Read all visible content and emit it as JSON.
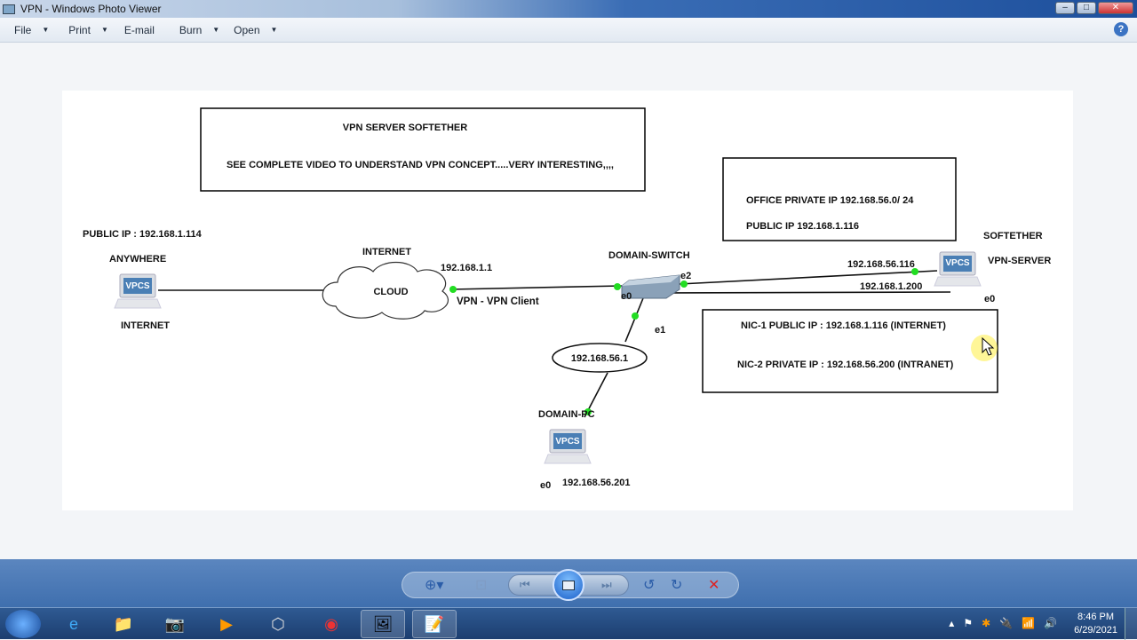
{
  "window": {
    "title": "VPN - Windows Photo Viewer",
    "minimize": "–",
    "maximize": "□",
    "close": "✕"
  },
  "menu": {
    "items": [
      {
        "label": "File",
        "dropdown": true
      },
      {
        "label": "Print",
        "dropdown": true
      },
      {
        "label": "E-mail",
        "dropdown": false
      },
      {
        "label": "Burn",
        "dropdown": true
      },
      {
        "label": "Open",
        "dropdown": true
      }
    ],
    "help": "?"
  },
  "diagram": {
    "header_box": {
      "title": "VPN SERVER SOFTETHER",
      "subtitle": "SEE COMPLETE VIDEO TO UNDERSTAND VPN CONCEPT.....VERY INTERESTING,,,,"
    },
    "office_box": {
      "line1": "OFFICE PRIVATE IP 192.168.56.0/ 24",
      "line2": "PUBLIC IP 192.168.1.116"
    },
    "nic_box": {
      "line1": "NIC-1  PUBLIC IP : 192.168.1.116 (INTERNET)",
      "line2": "NIC-2  PRIVATE IP : 192.168.56.200 (INTRANET)"
    },
    "anywhere": {
      "public_ip": "PUBLIC IP : 192.168.1.114",
      "name": "ANYWHERE",
      "sub": "INTERNET",
      "icon_label": "VPCS"
    },
    "cloud": {
      "title": "INTERNET",
      "label": "CLOUD",
      "ip": "192.168.1.1",
      "client": "VPN - VPN Client"
    },
    "switch": {
      "name": "DOMAIN-SWITCH",
      "e0": "e0",
      "e1": "e1",
      "e2": "e2"
    },
    "router": {
      "ip": "192.168.56.1"
    },
    "domain_pc": {
      "name": "DOMAIN-PC",
      "port": "e0",
      "ip": "192.168.56.201",
      "icon_label": "VPCS"
    },
    "vpn_server": {
      "name1": "SOFTETHER",
      "name2": "VPN-SERVER",
      "port": "e0",
      "ip_private": "192.168.56.116",
      "ip_public": "192.168.1.200",
      "icon_label": "VPCS"
    },
    "link_color": "#22dd22"
  },
  "viewer_controls": {
    "zoom": "⊕▾",
    "fit": "⊡",
    "prev": "⏮",
    "next": "⏭",
    "rotate_left": "↺",
    "rotate_right": "↻",
    "delete": "✕"
  },
  "taskbar": {
    "apps": [
      "e",
      "📁",
      "📷",
      "▶",
      "⬡",
      "◉",
      "🖼",
      "📝"
    ],
    "tray": [
      "▴",
      "⚑",
      "✱",
      "🔌",
      "📶",
      "🔊"
    ],
    "time": "8:46 PM",
    "date": "6/29/2021"
  }
}
